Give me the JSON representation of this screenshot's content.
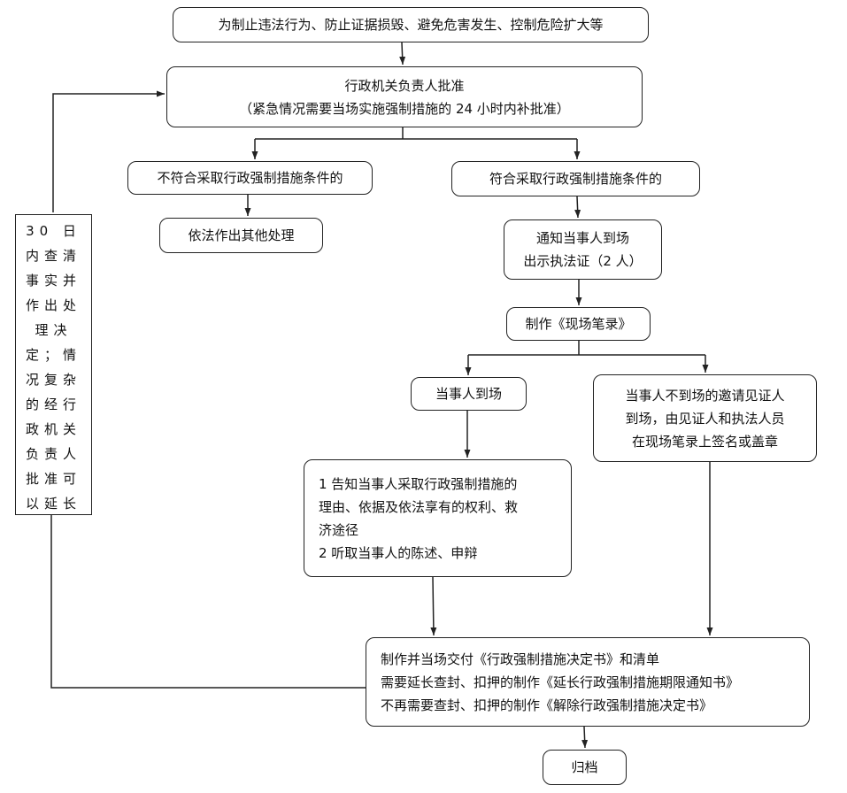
{
  "flowchart": {
    "nodes": [
      {
        "id": "n1",
        "lines": [
          "为制止违法行为、防止证据损毁、避免危害发生、控制危险扩大等"
        ]
      },
      {
        "id": "n2",
        "lines": [
          "行政机关负责人批准",
          "（紧急情况需要当场实施强制措施的 24 小时内补批准）"
        ]
      },
      {
        "id": "n3",
        "lines": [
          "不符合采取行政强制措施条件的"
        ]
      },
      {
        "id": "n4",
        "lines": [
          "符合采取行政强制措施条件的"
        ]
      },
      {
        "id": "n5",
        "lines": [
          "依法作出其他处理"
        ]
      },
      {
        "id": "n6",
        "lines": [
          "通知当事人到场",
          "出示执法证（2 人）"
        ]
      },
      {
        "id": "n7",
        "lines": [
          "制作《现场笔录》"
        ]
      },
      {
        "id": "n8",
        "lines": [
          "当事人到场"
        ]
      },
      {
        "id": "n9",
        "lines": [
          "当事人不到场的邀请见证人",
          "到场，由见证人和执法人员",
          "在现场笔录上签名或盖章"
        ]
      },
      {
        "id": "n10",
        "lines": [
          "1 告知当事人采取行政强制措施的",
          "理由、依据及依法享有的权利、救",
          "济途径",
          "2 听取当事人的陈述、申辩"
        ]
      },
      {
        "id": "n11",
        "lines": [
          "制作并当场交付《行政强制措施决定书》和清单",
          "需要延长查封、扣押的制作《延长行政强制措施期限通知书》",
          "不再需要查封、扣押的制作《解除行政强制措施决定书》"
        ]
      },
      {
        "id": "n12",
        "lines": [
          "30 日内查清事实并作出处理决定；情况复杂的经行政机关负责人批准可以延长"
        ]
      },
      {
        "id": "n13",
        "lines": [
          "归档"
        ]
      }
    ]
  }
}
